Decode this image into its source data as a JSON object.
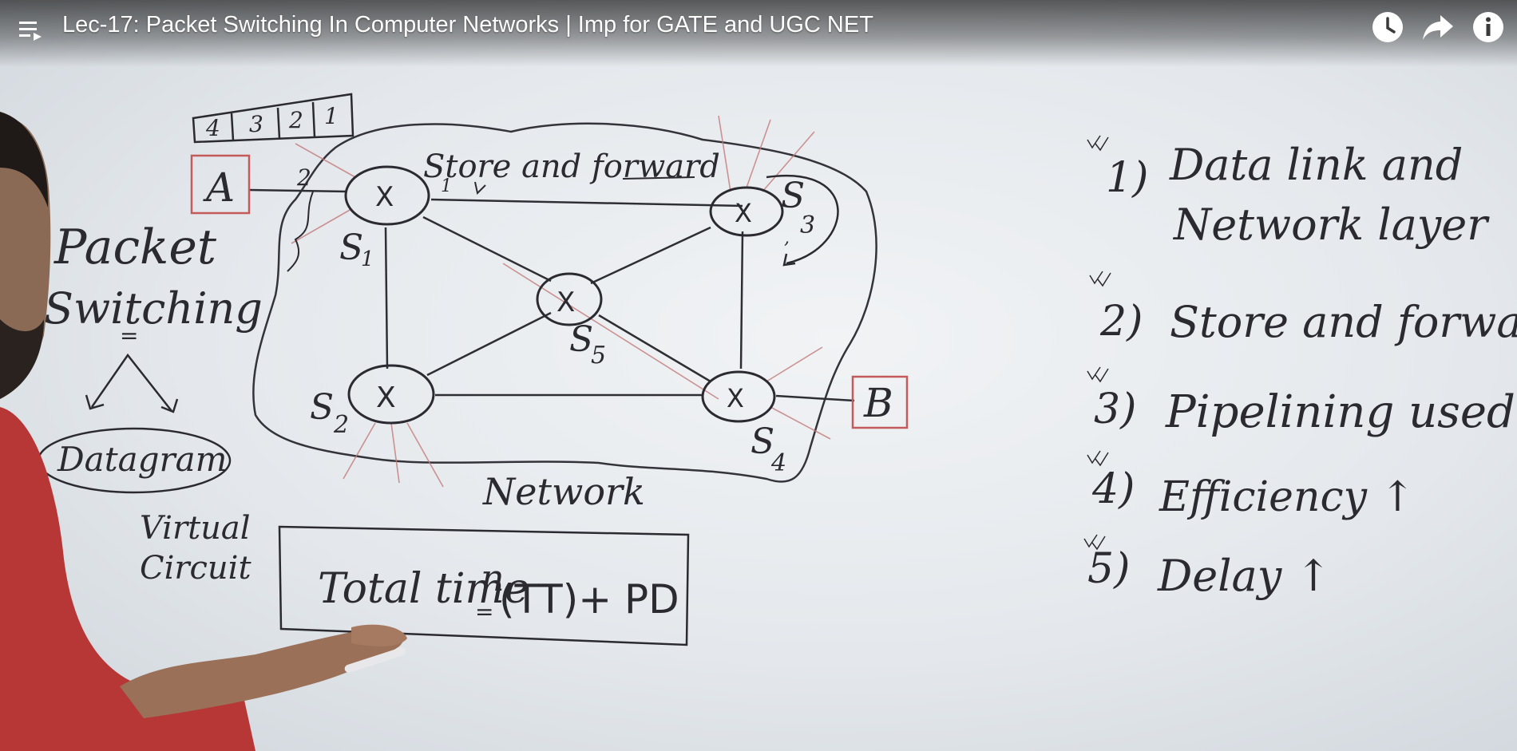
{
  "player": {
    "title": "Lec-17: Packet Switching In Computer Networks | Imp for GATE and UGC NET",
    "icons": {
      "menu": "playlist-icon",
      "watch_later": "clock-icon",
      "share": "share-arrow-icon",
      "info": "info-icon"
    }
  },
  "board": {
    "queue": [
      "4",
      "3",
      "2",
      "1"
    ],
    "host_a": "A",
    "host_b": "B",
    "arrow_num": "2",
    "store_forward_label": "Store and forward",
    "tick_one": "1",
    "s3_sub": "3",
    "switches": [
      {
        "label": "S",
        "sub": "1"
      },
      {
        "label": "S",
        "sub": "2"
      },
      {
        "label": "S",
        "sub": "3"
      },
      {
        "label": "S",
        "sub": "4"
      },
      {
        "label": "S",
        "sub": "5"
      }
    ],
    "switch_mark": "X",
    "network_label": "Network",
    "left": {
      "title_line1": "Packet",
      "title_line2": "Switching",
      "datagram": "Datagram",
      "virtual_line1": "Virtual",
      "virtual_line2": "Circuit"
    },
    "formula": {
      "lhs": "Total time",
      "eq": "=",
      "n": "n",
      "rhs": "(TT)+ PD"
    },
    "points": [
      {
        "num": "1)",
        "lines": [
          "Data link and",
          "Network layer"
        ]
      },
      {
        "num": "2)",
        "lines": [
          "Store and forward"
        ]
      },
      {
        "num": "3)",
        "lines": [
          "Pipelining used"
        ]
      },
      {
        "num": "4)",
        "lines": [
          "Efficiency ↑"
        ]
      },
      {
        "num": "5)",
        "lines": [
          "Delay ↑"
        ]
      }
    ]
  }
}
